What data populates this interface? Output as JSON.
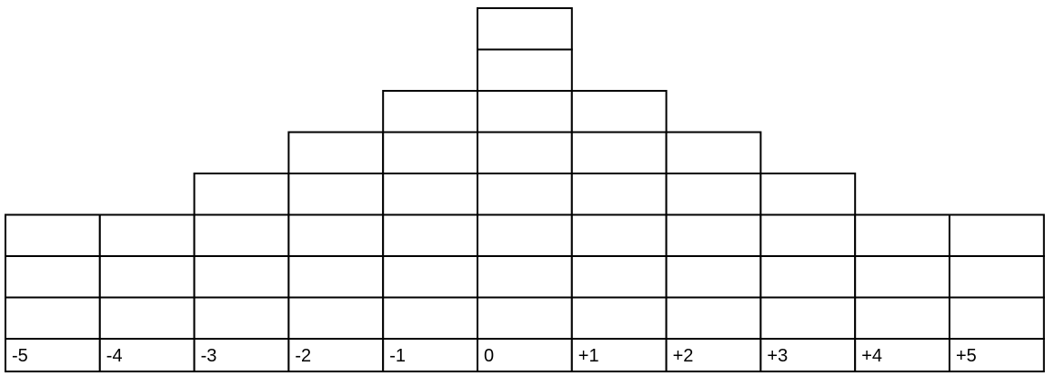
{
  "distribution": {
    "columns": [
      {
        "label": "-5",
        "count": 3
      },
      {
        "label": "-4",
        "count": 3
      },
      {
        "label": "-3",
        "count": 4
      },
      {
        "label": "-2",
        "count": 5
      },
      {
        "label": "-1",
        "count": 6
      },
      {
        "label": "0",
        "count": 8
      },
      {
        "label": "+1",
        "count": 6
      },
      {
        "label": "+2",
        "count": 5
      },
      {
        "label": "+3",
        "count": 4
      },
      {
        "label": "+4",
        "count": 3
      },
      {
        "label": "+5",
        "count": 3
      }
    ]
  },
  "colors": {
    "stroke": "#000000",
    "fill": "#ffffff",
    "text": "#000000"
  }
}
